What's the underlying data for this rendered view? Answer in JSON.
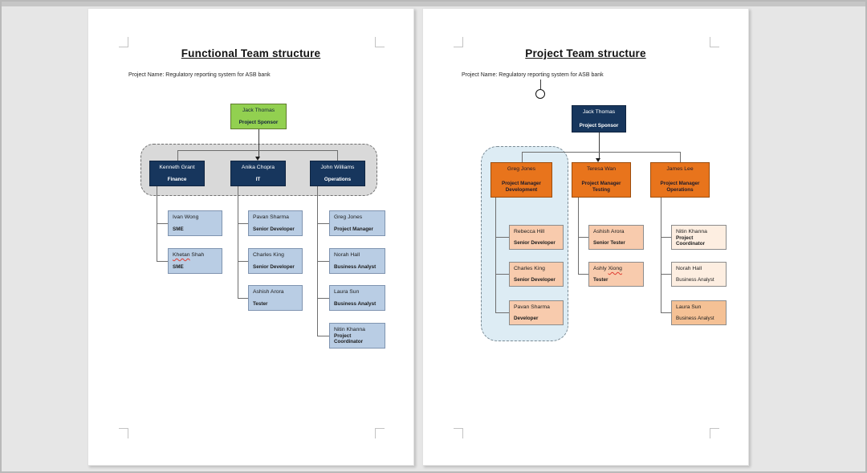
{
  "colors": {
    "window_background": "#e6e6e6",
    "page_background": "#ffffff",
    "sponsor_green": "#92d050",
    "manager_navy": "#17365d",
    "child_light_blue": "#b9cde4",
    "manager_orange": "#e8741c",
    "child_peach": "#f8cbad",
    "child_peach_light": "#fdeee1",
    "child_peach_dark": "#f5c195",
    "container_gray": "#d9d9d9",
    "container_light_blue": "#ddecf4",
    "connector_gray": "#6e6e6e",
    "spellcheck_red": "#e03c31"
  },
  "page1": {
    "title": "Functional Team structure",
    "project_line": "Project Name: Regulatory reporting system for ASB bank",
    "sponsor": {
      "name": "Jack Thomas",
      "role": "Project Sponsor"
    },
    "managers": [
      {
        "name": "Kenneth Grant",
        "dept": "Finance"
      },
      {
        "name": "Anika Chopra",
        "dept": "IT"
      },
      {
        "name": "John Williams",
        "dept": "Operations"
      }
    ],
    "columns": [
      {
        "children": [
          {
            "name": "Ivan Wong",
            "role": "SME"
          },
          {
            "name_a": "Khetan",
            "name_b": " Shah",
            "role": "SME"
          }
        ]
      },
      {
        "children": [
          {
            "name": "Pavan Sharma",
            "role": "Senior Developer"
          },
          {
            "name": "Charles King",
            "role": "Senior Developer"
          },
          {
            "name": "Ashish Arora",
            "role": "Tester"
          }
        ]
      },
      {
        "children": [
          {
            "name": "Greg Jones",
            "role": "Project Manager"
          },
          {
            "name": "Norah Hall",
            "role": "Business Analyst"
          },
          {
            "name": "Laura Sun",
            "role": "Business Analyst"
          },
          {
            "name": "Nitin Khanna",
            "role": "Project Coordinator"
          }
        ]
      }
    ]
  },
  "page2": {
    "title": "Project Team structure",
    "project_line": "Project Name: Regulatory reporting system for ASB bank",
    "floating_shape": "empty-circle",
    "sponsor": {
      "name": "Jack Thomas",
      "role": "Project Sponsor"
    },
    "managers": [
      {
        "name": "Greg Jones",
        "role": "Project Manager",
        "dept": "Development"
      },
      {
        "name": "Teresa Wan",
        "role": "Project Manager",
        "dept": "Testing"
      },
      {
        "name": "James Lee",
        "role": "Project Manager",
        "dept": "Operations"
      }
    ],
    "columns": [
      {
        "children": [
          {
            "name": "Rebecca Hill",
            "role": "Senior Developer"
          },
          {
            "name": "Charles King",
            "role": "Senior Developer"
          },
          {
            "name": "Pavan Sharma",
            "role": "Developer"
          }
        ]
      },
      {
        "children": [
          {
            "name_a": "Ashly ",
            "name_b": "Xiong",
            "role": "Tester"
          },
          {
            "name": "Ashish Arora",
            "role": "Senior Tester"
          }
        ]
      },
      {
        "children": [
          {
            "name": "Nitin Khanna",
            "role": "Project Coordinator"
          },
          {
            "name": "Norah Hall",
            "role": "Business Analyst"
          },
          {
            "name": "Laura Sun",
            "role": "Business Analyst"
          }
        ]
      }
    ]
  }
}
